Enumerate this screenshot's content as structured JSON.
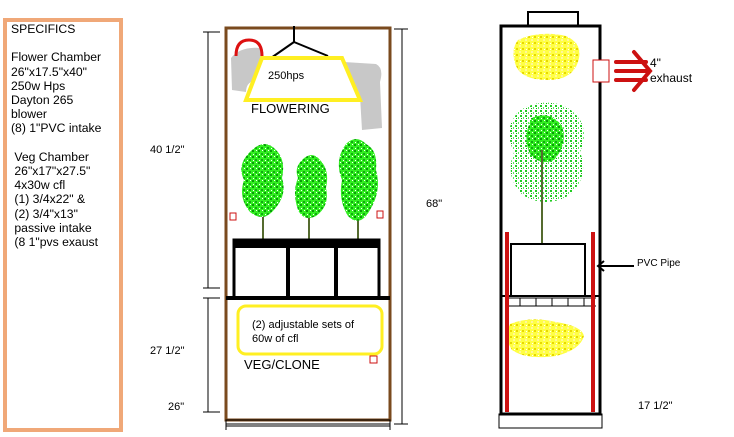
{
  "specifics": {
    "title": "SPECIFICS",
    "lines": [
      "Flower Chamber",
      "26\"x17.5\"x40\"",
      "250w Hps",
      "Dayton 265",
      "blower",
      "(8) 1\"PVC intake",
      "",
      " Veg Chamber",
      " 26\"x17\"x27.5\"",
      " 4x30w cfl",
      " (1) 3/4x22\" &",
      " (2) 3/4\"x13\"",
      " passive intake",
      " (8 1\"pvs exaust"
    ]
  },
  "front_view": {
    "lamp_label": "250hps",
    "flower_label": "FLOWERING",
    "cfl_label_line1": "(2) adjustable sets of",
    "cfl_label_line2": "60w of cfl",
    "veg_label": "VEG/CLONE",
    "dim_flower": "40 1/2\"",
    "dim_veg": "27 1/2\"",
    "dim_total": "68\"",
    "dim_width": "26\""
  },
  "side_view": {
    "exhaust_label_line1": "4\"",
    "exhaust_label_line2": "exhaust",
    "pvc_label": "PVC Pipe",
    "dim_depth": "17 1/2\""
  },
  "colors": {
    "cabinet": "#7a4a1e",
    "panel_border": "#f0a878",
    "plant": "#22dd22",
    "light": "#ffff33",
    "pvc": "#cc1111",
    "duct": "#c8c8c8"
  }
}
